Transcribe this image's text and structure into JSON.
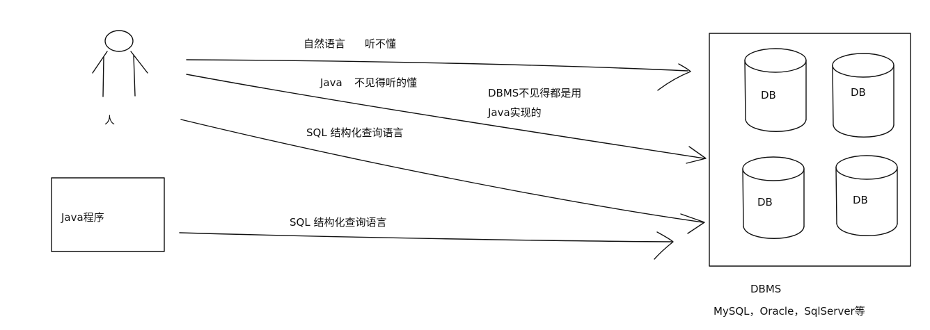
{
  "actors": {
    "person_label": "人",
    "program_label": "Java程序"
  },
  "arrows": {
    "natural_language": "自然语言",
    "not_understood": "听不懂",
    "java": "Java",
    "java_maybe": "不见得听的懂",
    "sql_person": "SQL 结构化查询语言",
    "sql_program": "SQL 结构化查询语言"
  },
  "dbms_note": {
    "line1": "DBMS不见得都是用",
    "line2": "Java实现的"
  },
  "databases": [
    {
      "label": "DB"
    },
    {
      "label": "DB"
    },
    {
      "label": "DB"
    },
    {
      "label": "DB"
    }
  ],
  "dbms_caption": {
    "title": "DBMS",
    "products": "MySQL，Oracle，SqlServer等"
  }
}
